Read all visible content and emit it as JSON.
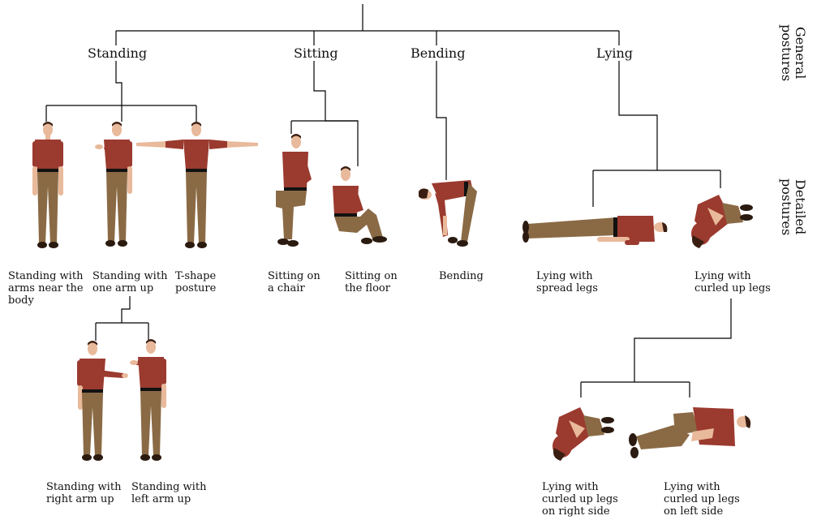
{
  "side_labels": {
    "general": "General\npostures",
    "detailed": "Detailed\npostures"
  },
  "general": {
    "standing": "Standing",
    "sitting": "Sitting",
    "bending": "Bending",
    "lying": "Lying"
  },
  "detailed": {
    "standing_arms_near": "Standing with\narms near the\nbody",
    "standing_one_arm": "Standing with\none arm up",
    "t_shape": "T-shape\nposture",
    "sitting_chair": "Sitting on\na chair",
    "sitting_floor": "Sitting on\nthe floor",
    "bending": "Bending",
    "lying_spread": "Lying with\nspread legs",
    "lying_curled": "Lying with\ncurled up legs",
    "standing_right_arm": "Standing with\nright arm up",
    "standing_left_arm": "Standing with\nleft arm up",
    "lying_curled_right": "Lying with\ncurled up legs\non right side",
    "lying_curled_left": "Lying with\ncurled up legs\non left side"
  },
  "colors": {
    "shirt": "#9b3a2f",
    "trousers": "#8a6a45",
    "skin": "#e8b99a",
    "hair": "#3a1e12",
    "shoes": "#2a1a10",
    "lines": "#000000"
  }
}
